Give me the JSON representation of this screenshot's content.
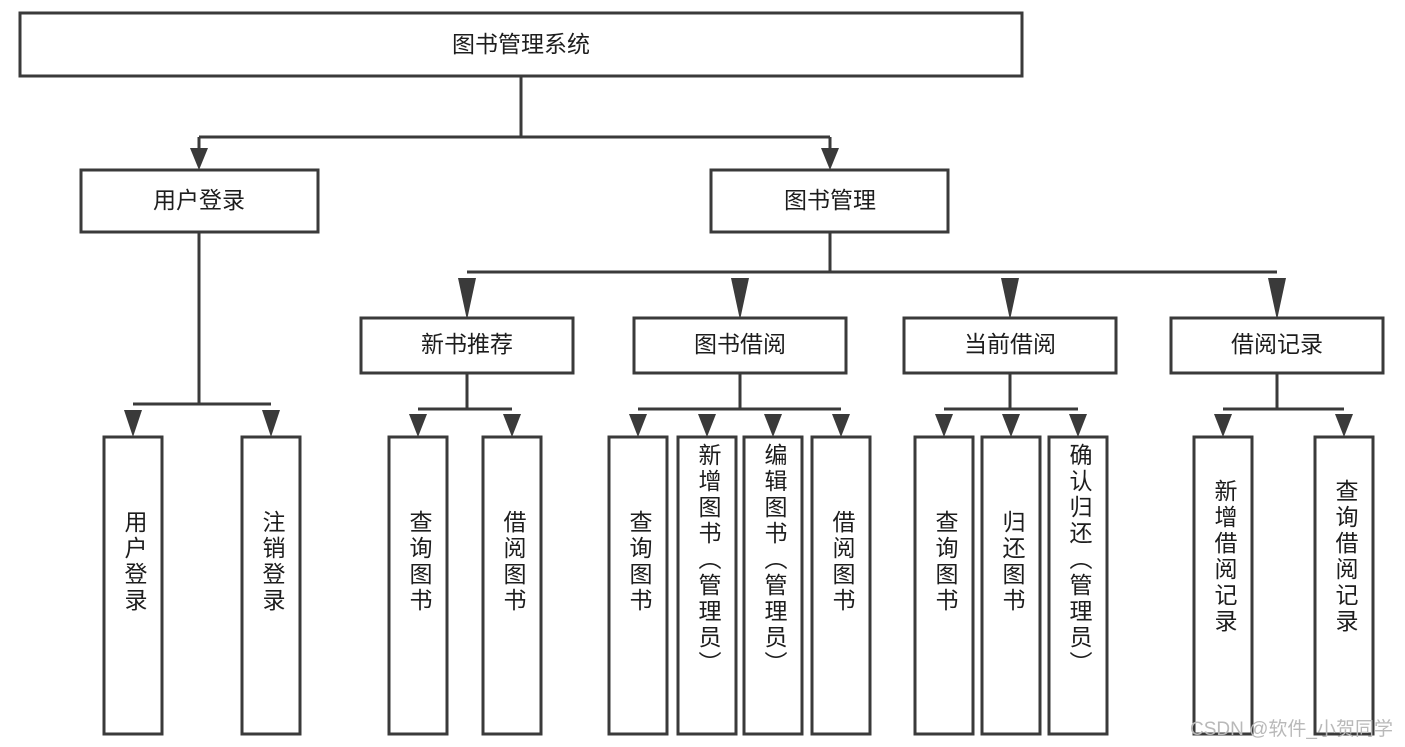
{
  "diagram": {
    "title": "图书管理系统",
    "type": "hierarchy-tree",
    "watermark": "CSDN @软件_小贺同学",
    "colors": {
      "background": "#ffffff",
      "box_fill": "#ffffff",
      "box_stroke": "#3a3a3a",
      "connector": "#3a3a3a",
      "text": "#1d1d1d",
      "watermark": "#b9b9b9"
    },
    "levels": {
      "root": {
        "label": "图书管理系统"
      },
      "level2": [
        {
          "id": "user-login",
          "label": "用户登录"
        },
        {
          "id": "book-management",
          "label": "图书管理"
        }
      ],
      "level3": [
        {
          "id": "new-book-recommend",
          "label": "新书推荐",
          "parent": "book-management"
        },
        {
          "id": "book-borrow",
          "label": "图书借阅",
          "parent": "book-management"
        },
        {
          "id": "current-borrow",
          "label": "当前借阅",
          "parent": "book-management"
        },
        {
          "id": "borrow-record",
          "label": "借阅记录",
          "parent": "book-management"
        }
      ],
      "leaves": [
        {
          "id": "leaf-user-login",
          "label": "用户登录",
          "parent": "user-login"
        },
        {
          "id": "leaf-logout-login",
          "label": "注销登录",
          "parent": "user-login"
        },
        {
          "id": "leaf-query-book-1",
          "label": "查询图书",
          "parent": "new-book-recommend"
        },
        {
          "id": "leaf-borrow-book-1",
          "label": "借阅图书",
          "parent": "new-book-recommend"
        },
        {
          "id": "leaf-query-book-2",
          "label": "查询图书",
          "parent": "book-borrow"
        },
        {
          "id": "leaf-add-book",
          "label": "新增图书（管理员）",
          "parent": "book-borrow"
        },
        {
          "id": "leaf-edit-book",
          "label": "编辑图书（管理员）",
          "parent": "book-borrow"
        },
        {
          "id": "leaf-borrow-book-2",
          "label": "借阅图书",
          "parent": "book-borrow"
        },
        {
          "id": "leaf-query-book-3",
          "label": "查询图书",
          "parent": "current-borrow"
        },
        {
          "id": "leaf-return-book",
          "label": "归还图书",
          "parent": "current-borrow"
        },
        {
          "id": "leaf-confirm-return",
          "label": "确认归还（管理员）",
          "parent": "current-borrow"
        },
        {
          "id": "leaf-add-record",
          "label": "新增借阅记录",
          "parent": "borrow-record"
        },
        {
          "id": "leaf-query-record",
          "label": "查询借阅记录",
          "parent": "borrow-record"
        }
      ]
    }
  }
}
